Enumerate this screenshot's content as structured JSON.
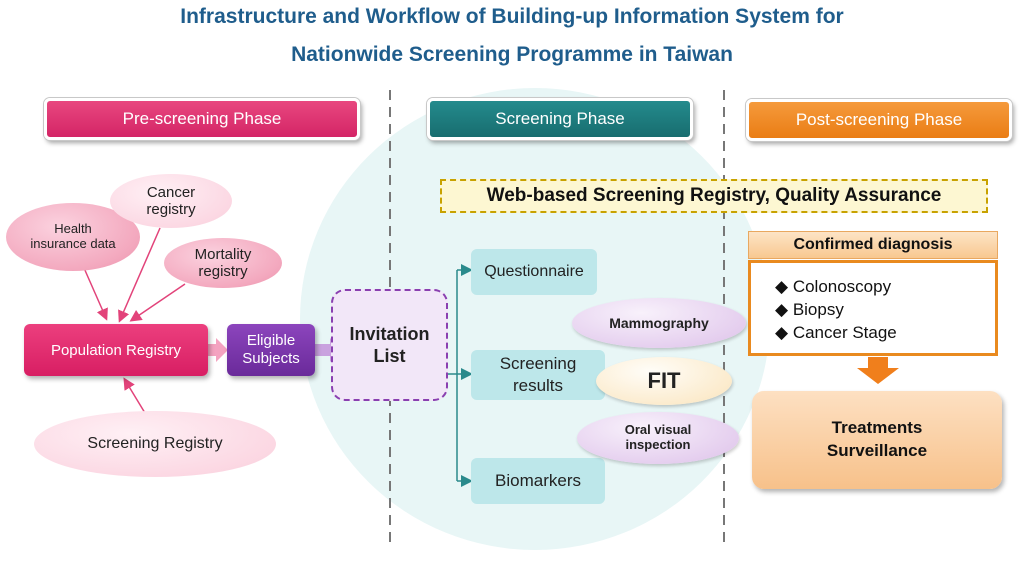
{
  "title": {
    "line1": "Infrastructure and Workflow of Building-up Information System for",
    "line2": "Nationwide Screening Programme in Taiwan"
  },
  "phases": {
    "pre": "Pre-screening Phase",
    "screening": "Screening Phase",
    "post": "Post-screening Phase"
  },
  "sources": {
    "health_insurance": "Health insurance data",
    "cancer_registry": "Cancer registry",
    "mortality_registry": "Mortality registry",
    "screening_registry": "Screening Registry"
  },
  "population_registry": "Population Registry",
  "eligible_subjects": "Eligible Subjects",
  "invitation_list": "Invitation List",
  "web_banner": "Web-based Screening Registry, Quality Assurance",
  "screening_items": {
    "questionnaire": "Questionnaire",
    "screening_results": "Screening results",
    "biomarkers": "Biomarkers"
  },
  "tests": {
    "mammography": "Mammography",
    "fit": "FIT",
    "oral_visual": "Oral visual inspection"
  },
  "confirmed": {
    "header": "Confirmed diagnosis",
    "bullet": "◆",
    "items": [
      "Colonoscopy",
      "Biopsy",
      "Cancer Stage"
    ]
  },
  "treatments": {
    "line1": "Treatments",
    "line2": "Surveillance"
  },
  "colors": {
    "title": "#1f5d8c",
    "pre_phase": "#e0306e",
    "screening_phase": "#1e7a7c",
    "post_phase": "#f08a24",
    "eligible": "#7a3aa8",
    "confirmed_border": "#e98a1f"
  }
}
